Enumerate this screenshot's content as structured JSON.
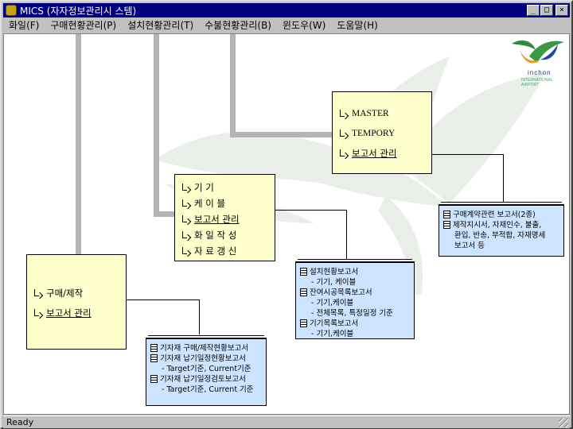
{
  "window": {
    "title": "MICS (자자정보관리시 스템)"
  },
  "menubar": {
    "items": [
      "화일(F)",
      "구매현황관리(P)",
      "설치현황관리(T)",
      "수불현황관리(B)",
      "윈도우(W)",
      "도움말(H)"
    ]
  },
  "logo": {
    "name": "inchon",
    "sub": "INTERNATIONAL AIRPORT"
  },
  "boxes": {
    "purchase": {
      "items": [
        "구매/제작",
        "보고서 관리"
      ]
    },
    "install": {
      "items": [
        "기          기",
        "케   이   블",
        "보고서 관리",
        "화 일 작 성",
        "자 료 갱 신"
      ]
    },
    "master": {
      "items": [
        "MASTER",
        "TEMPORY",
        "보고서 관리"
      ]
    }
  },
  "reports": {
    "purchase": {
      "lines": [
        "기자재 구매/제작현황보고서",
        "기자재 납기일정현황보고서",
        "- Target기준, Current기준",
        "기자재 납기일정검토보고서",
        "- Target기준, Current 기준"
      ]
    },
    "install": {
      "lines": [
        "설치현황보고서",
        "- 기기, 케이블",
        "잔여시공목록보고서",
        "- 기기,케이블",
        "- 전체목록, 특정일정 기준",
        "기기목록보고서",
        "- 기기,케이블"
      ]
    },
    "contract": {
      "lines": [
        "구매계약관련 보고서(2종)",
        "제작지시서, 자재인수, 불출,",
        "환입, 반송, 부적합, 자재명세",
        "보고서 등"
      ]
    }
  },
  "status": {
    "text": "Ready"
  }
}
